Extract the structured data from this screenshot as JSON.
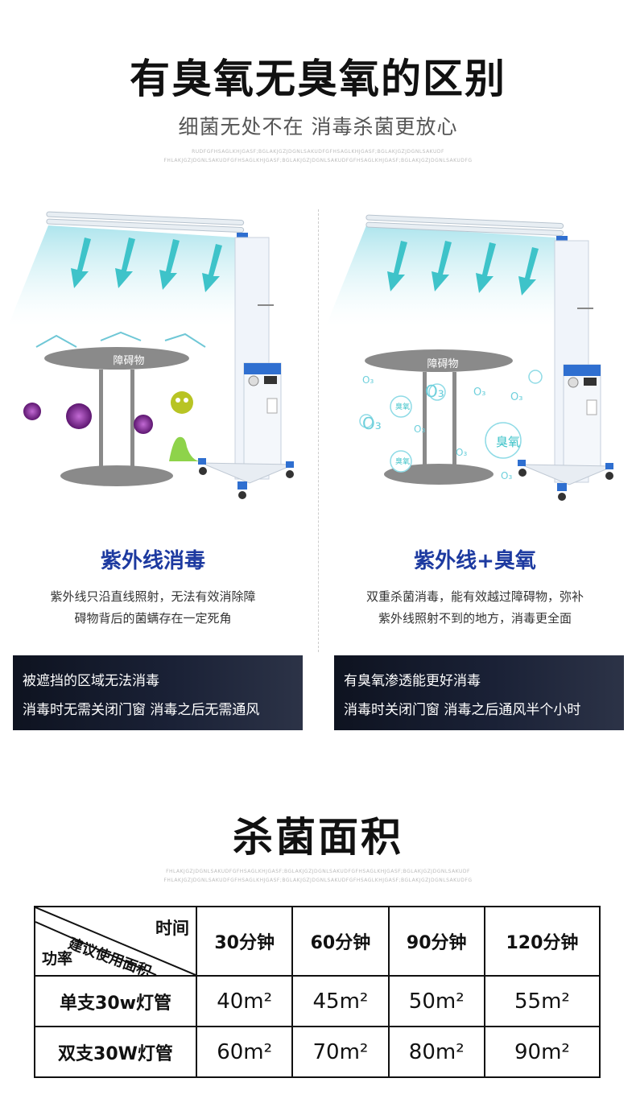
{
  "section1": {
    "title": "有臭氧无臭氧的区别",
    "subtitle": "细菌无处不在 消毒杀菌更放心",
    "fine_text_1": "RUDFGFHSAGLKHJGASF;BGLAKJGZJDGNLSAKUDFGFHSAGLKHJGASF;BGLAKJGZJDGNLSAKUDF",
    "fine_text_2": "FHLAKJGZJDGNLSAKUDFGFHSAGLKHJGASF;BGLAKJGZJDGNLSAKUDFGFHSAGLKHJGASF;BGLAKJGZJDGNLSAKUDFG"
  },
  "left": {
    "obstacle_label": "障碍物",
    "heading": "紫外线消毒",
    "desc_line1": "紫外线只沿直线照射，无法有效消除障",
    "desc_line2": "碍物背后的菌螨存在一定死角",
    "box_line1": "被遮挡的区域无法消毒",
    "box_line2": "消毒时无需关闭门窗 消毒之后无需通风"
  },
  "right": {
    "obstacle_label": "障碍物",
    "ozone_word": "臭氧",
    "ozone_symbol": "O₃",
    "heading": "紫外线+臭氧",
    "desc_line1": "双重杀菌消毒，能有效越过障碍物，弥补",
    "desc_line2": "紫外线照射不到的地方，消毒更全面",
    "box_line1": "有臭氧渗透能更好消毒",
    "box_line2": "消毒时关闭门窗 消毒之后通风半个小时"
  },
  "section2": {
    "title": "杀菌面积",
    "fine_text_1": "FHLAKJGZJDGNLSAKUDFGFHSAGLKHJGASF;BGLAKJGZJDGNLSAKUDFGFHSAGLKHJGASF;BGLAKJGZJDGNLSAKUDF",
    "fine_text_2": "FHLAKJGZJDGNLSAKUDFGFHSAGLKHJGASF;BGLAKJGZJDGNLSAKUDFGFHSAGLKHJGASF;BGLAKJGZJDGNLSAKUDFG"
  },
  "table": {
    "corner_time": "时间",
    "corner_area": "建议使用面积",
    "corner_power": "功率",
    "columns": [
      "30分钟",
      "60分钟",
      "90分钟",
      "120分钟"
    ],
    "rows": [
      {
        "label": "单支30w灯管",
        "values": [
          "40m²",
          "45m²",
          "50m²",
          "55m²"
        ]
      },
      {
        "label": "双支30W灯管",
        "values": [
          "60m²",
          "70m²",
          "80m²",
          "90m²"
        ]
      }
    ]
  },
  "colors": {
    "heading_blue": "#1d3aa0",
    "uv_beam": "#c9eef2",
    "arrow_teal": "#3ec3c9",
    "virus_purple": "#7a2a8c",
    "dark_box": "#141a2b"
  }
}
